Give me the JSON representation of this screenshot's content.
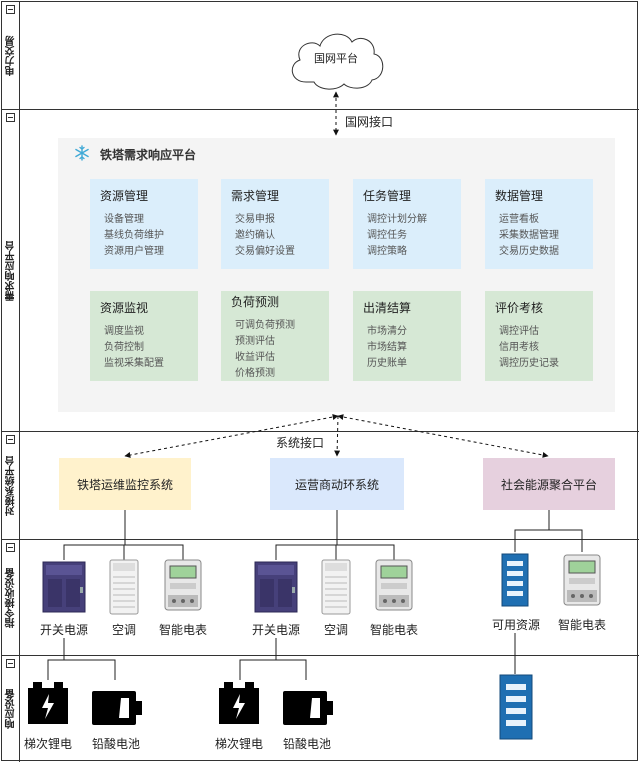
{
  "lanes": [
    {
      "title": "电力交易"
    },
    {
      "title": "需求响应平台"
    },
    {
      "title": "对接系统平台"
    },
    {
      "title": "指令接收设备"
    },
    {
      "title": "响应设备"
    }
  ],
  "cloud": {
    "label": "国网平台"
  },
  "interfaces": {
    "top": "国网接口",
    "middle": "系统接口"
  },
  "platform": {
    "title": "铁塔需求响应平台"
  },
  "cards": [
    {
      "title": "资源管理",
      "items": [
        "设备管理",
        "基线负荷维护",
        "资源用户管理"
      ],
      "color": "#dbeefb"
    },
    {
      "title": "需求管理",
      "items": [
        "交易申报",
        "邀约确认",
        "交易偏好设置"
      ],
      "color": "#dbeefb"
    },
    {
      "title": "任务管理",
      "items": [
        "调控计划分解",
        "调控任务",
        "调控策略"
      ],
      "color": "#dbeefb"
    },
    {
      "title": "数据管理",
      "items": [
        "运营看板",
        "采集数据管理",
        "交易历史数据"
      ],
      "color": "#dbeefb"
    },
    {
      "title": "资源监视",
      "items": [
        "调度监视",
        "负荷控制",
        "监视采集配置"
      ],
      "color": "#d6e8d5"
    },
    {
      "title": "负荷预测",
      "items": [
        "可调负荷预测",
        "预测评估",
        "收益评估",
        "价格预测"
      ],
      "color": "#d6e8d5"
    },
    {
      "title": "出清结算",
      "items": [
        "市场清分",
        "市场结算",
        "历史账单"
      ],
      "color": "#d6e8d5"
    },
    {
      "title": "评价考核",
      "items": [
        "调控评估",
        "信用考核",
        "调控历史记录"
      ],
      "color": "#d6e8d5"
    }
  ],
  "systems": [
    {
      "label": "铁塔运维监控系统",
      "color": "#fff2cc"
    },
    {
      "label": "运营商动环系统",
      "color": "#dae8fc"
    },
    {
      "label": "社会能源聚合平台",
      "color": "#e6d0de"
    }
  ],
  "devices": {
    "group1": [
      "开关电源",
      "空调",
      "智能电表"
    ],
    "group2": [
      "开关电源",
      "空调",
      "智能电表"
    ],
    "group3": [
      "可用资源",
      "智能电表"
    ]
  },
  "response": {
    "group1": [
      "梯次锂电",
      "铅酸电池"
    ],
    "group2": [
      "梯次锂电",
      "铅酸电池"
    ]
  }
}
